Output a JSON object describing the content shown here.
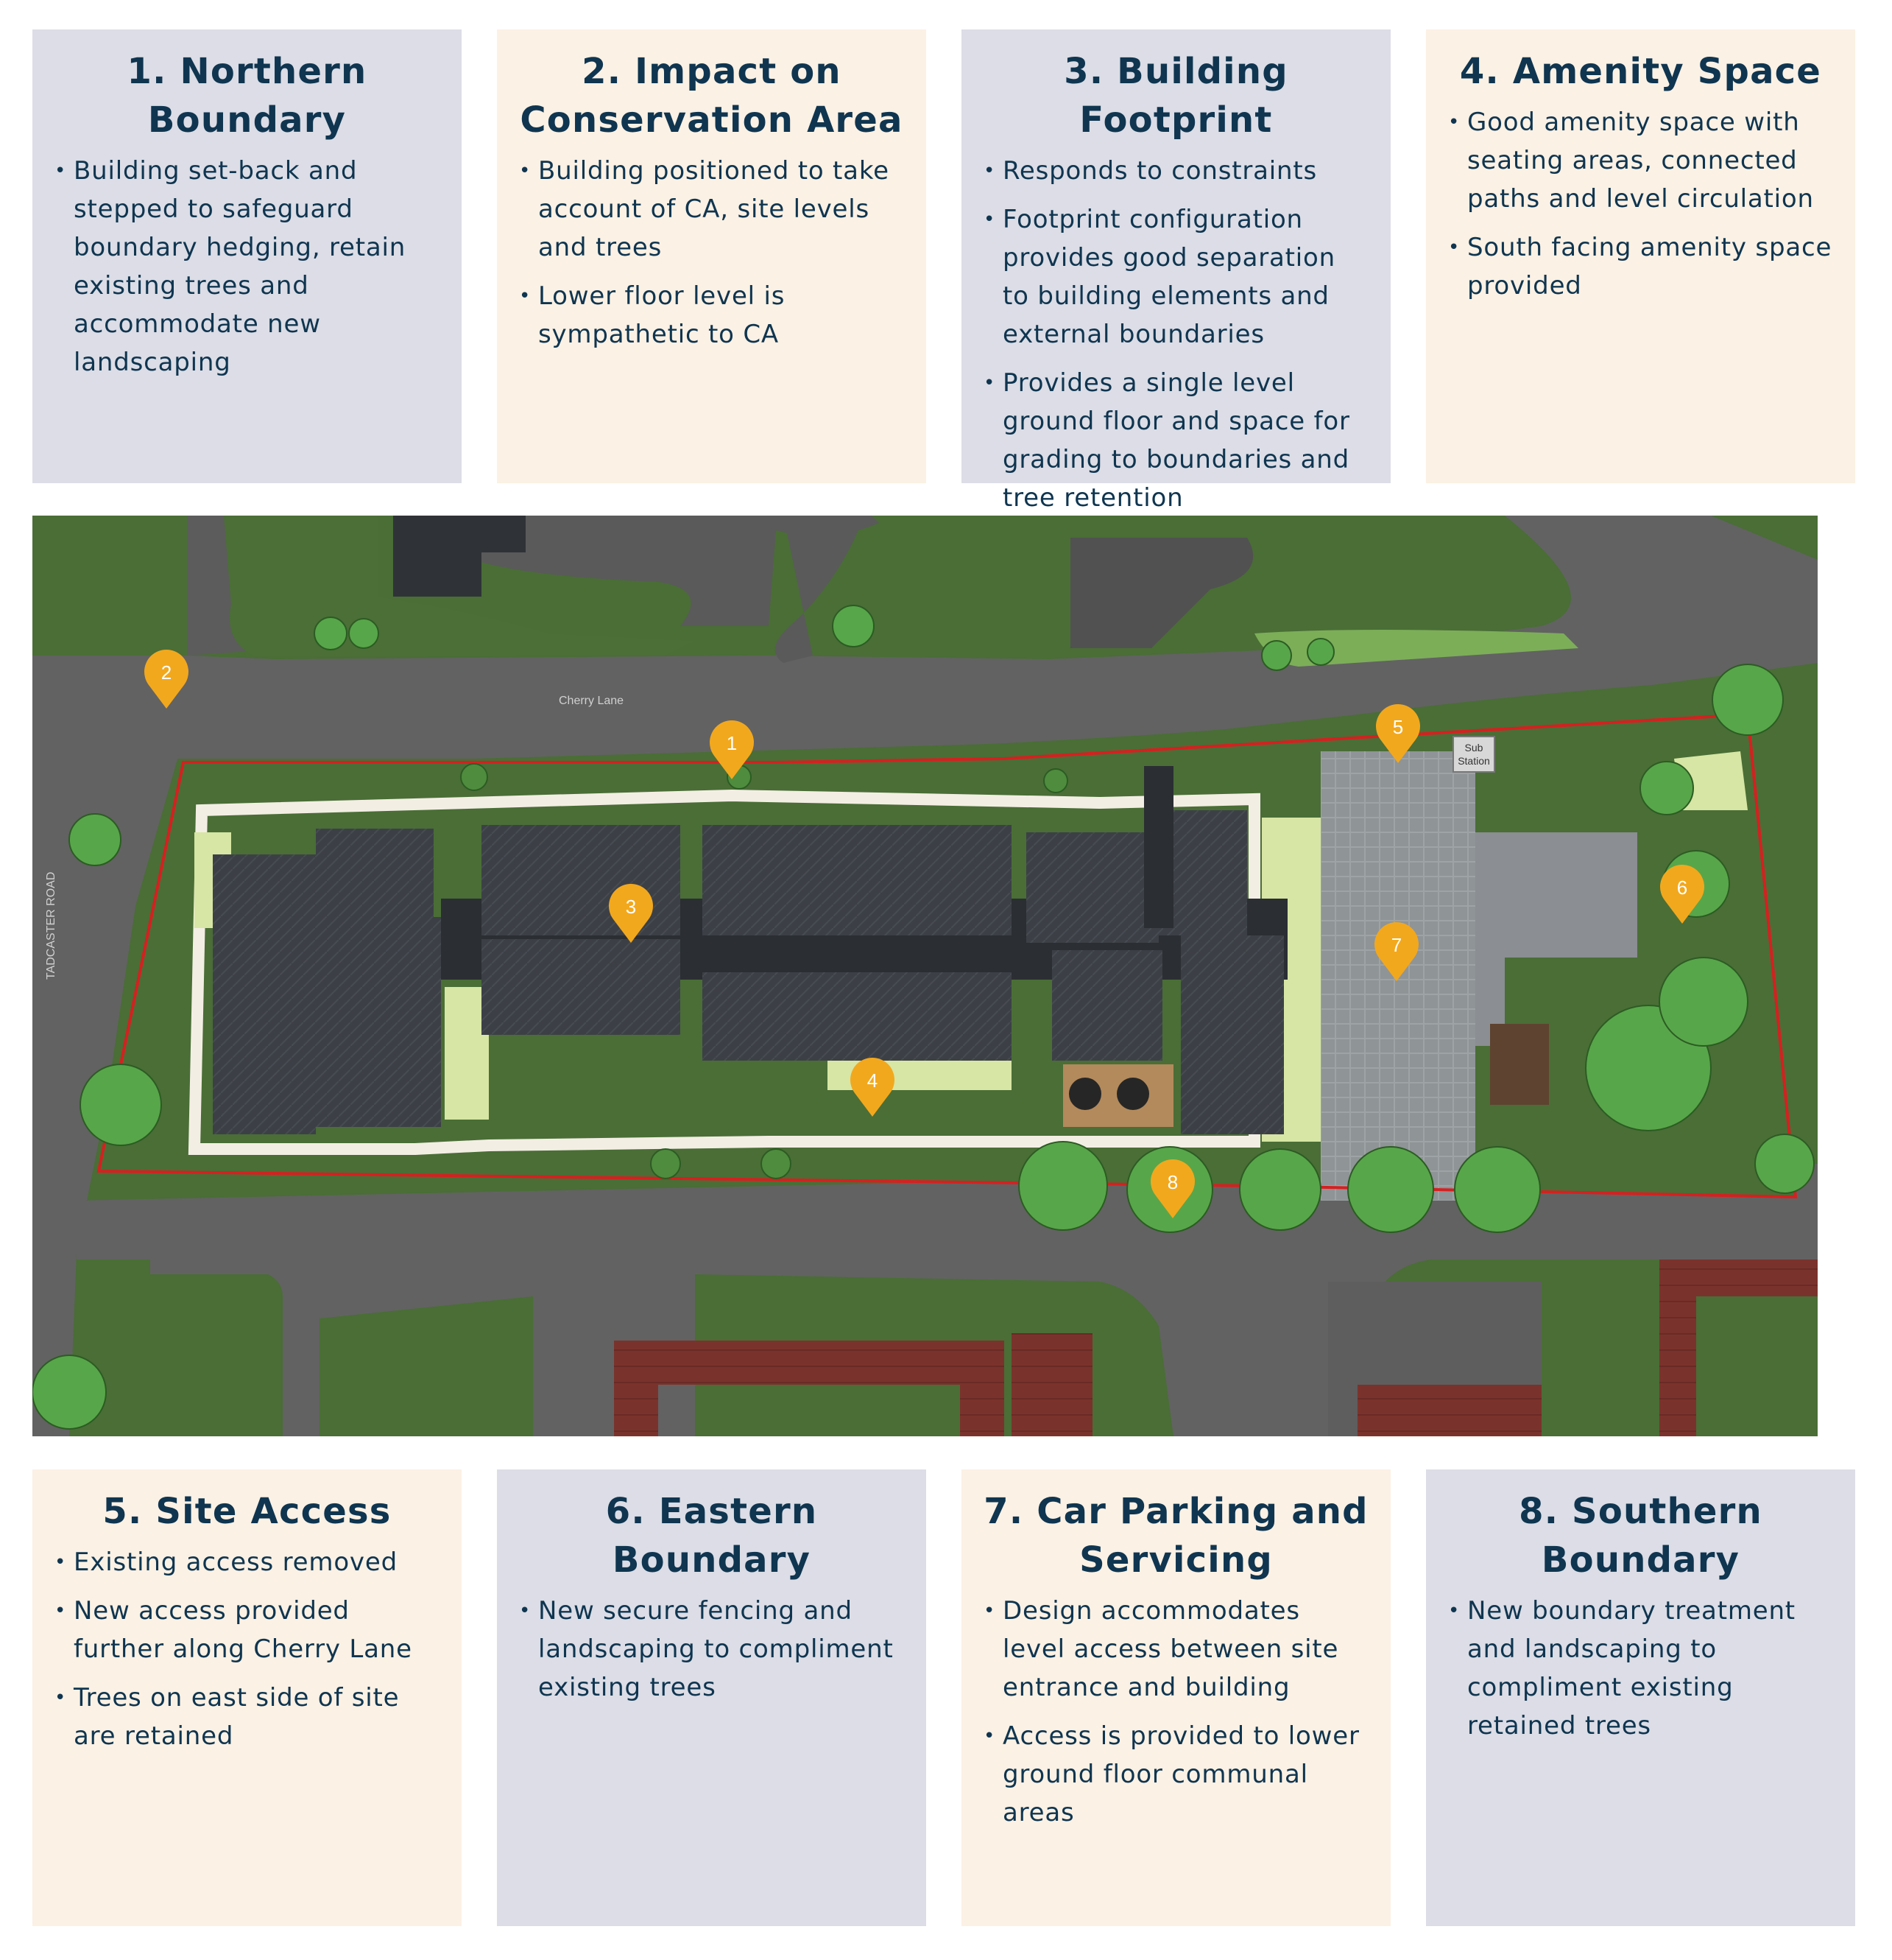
{
  "top_panels": [
    {
      "title": "1. Northern Boundary",
      "items": [
        "Building set-back and stepped to safeguard boundary hedging, retain existing trees and accommodate new landscaping"
      ]
    },
    {
      "title": "2. Impact on Conservation Area",
      "items": [
        "Building positioned to take account of CA, site levels and trees",
        "Lower floor level is sympathetic to CA"
      ]
    },
    {
      "title": "3. Building Footprint",
      "items": [
        "Responds to constraints",
        "Footprint configuration provides good separation to building elements and external boundaries",
        "Provides a single level ground floor and space for grading to boundaries and tree retention"
      ]
    },
    {
      "title": "4. Amenity Space",
      "items": [
        "Good amenity space with seating areas, connected paths and level circulation",
        "South facing amenity space provided"
      ]
    }
  ],
  "bottom_panels": [
    {
      "title": "5. Site Access",
      "items": [
        "Existing access removed",
        "New access provided further along Cherry Lane",
        "Trees on east side of site are retained"
      ]
    },
    {
      "title": "6. Eastern Boundary",
      "items": [
        "New secure fencing and landscaping to compliment existing trees"
      ]
    },
    {
      "title": "7. Car Parking and Servicing",
      "items": [
        "Design accommodates level access between site entrance and building",
        "Access is provided to lower ground floor communal areas"
      ]
    },
    {
      "title": "8. Southern Boundary",
      "items": [
        "New boundary treatment and landscaping to compliment existing retained trees"
      ]
    }
  ],
  "map": {
    "road_north": "Cherry Lane",
    "road_west": "TADCASTER ROAD",
    "substation": [
      "Sub",
      "Station"
    ],
    "markers": [
      "1",
      "2",
      "3",
      "4",
      "5",
      "6",
      "7",
      "8"
    ]
  },
  "colors": {
    "heading": "#0f3550",
    "panel_grey": "#dcdde6",
    "panel_cream": "#fbf1e4",
    "boundary": "#d62020",
    "marker": "#f2a81d",
    "road": "#626262",
    "grass": "#4a6e36",
    "lawn": "#d7e6a4",
    "roof": "#3c4046",
    "brick": "#7a332c"
  }
}
